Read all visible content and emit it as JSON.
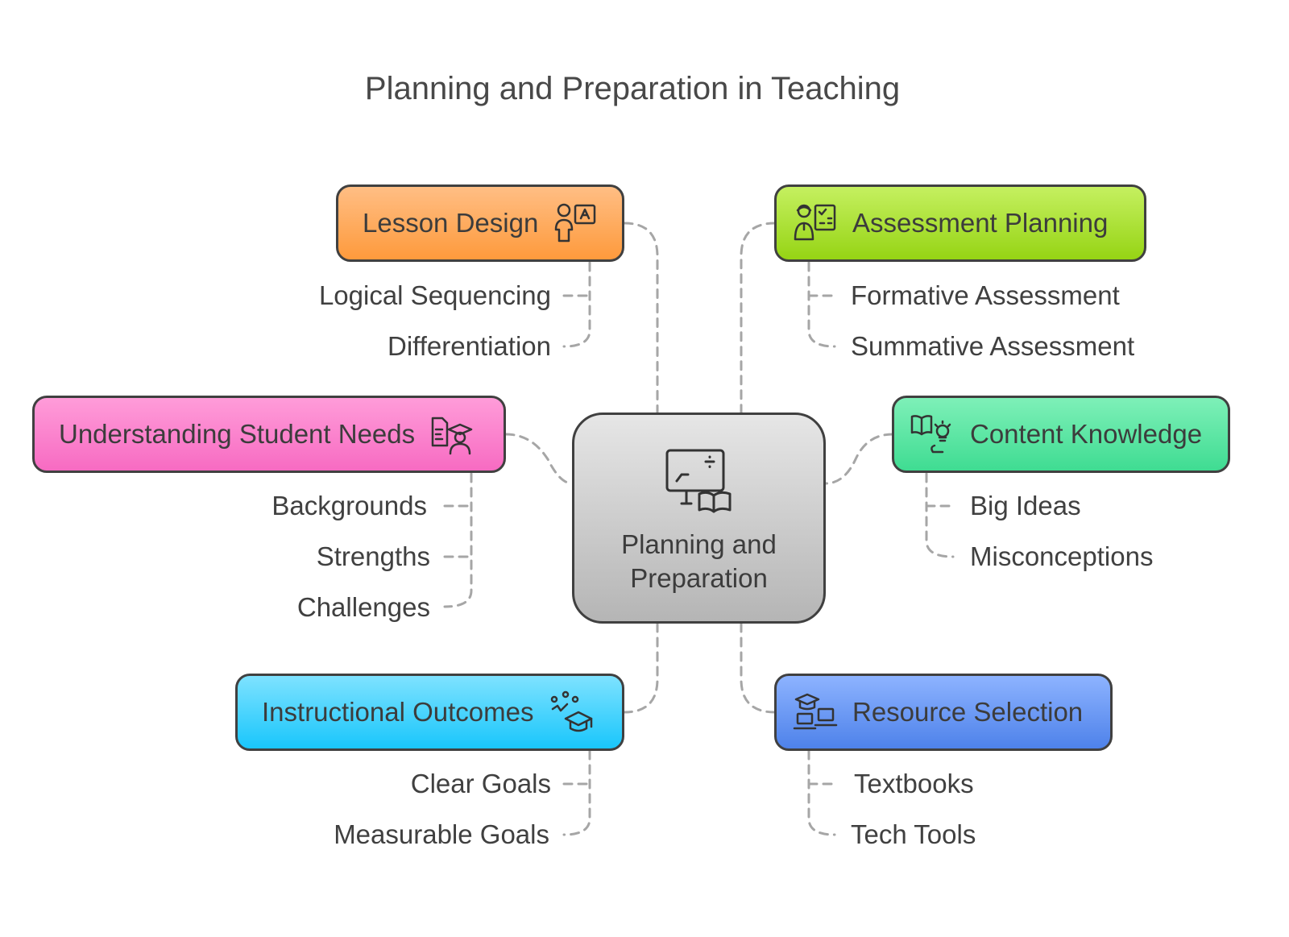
{
  "title": "Planning and Preparation in Teaching",
  "center": {
    "label": "Planning and Preparation",
    "icon": "presentation-book-icon"
  },
  "categories": [
    {
      "id": "lesson",
      "label": "Lesson Design",
      "icon": "teacher-board-icon",
      "color": "#ffa24a",
      "items": [
        "Logical Sequencing",
        "Differentiation"
      ]
    },
    {
      "id": "assessment",
      "label": "Assessment Planning",
      "icon": "teacher-checklist-icon",
      "color": "#a6e22e",
      "items": [
        "Formative Assessment",
        "Summative Assessment"
      ]
    },
    {
      "id": "student",
      "label": "Understanding Student Needs",
      "icon": "student-document-icon",
      "color": "#ff78c8",
      "items": [
        "Backgrounds",
        "Strengths",
        "Challenges"
      ]
    },
    {
      "id": "content",
      "label": "Content Knowledge",
      "icon": "book-lightbulb-icon",
      "color": "#4fe39f",
      "items": [
        "Big Ideas",
        "Misconceptions"
      ]
    },
    {
      "id": "outcomes",
      "label": "Instructional Outcomes",
      "icon": "graduation-cap-sparkle-icon",
      "color": "#2bcdfc",
      "items": [
        "Clear Goals",
        "Measurable Goals"
      ]
    },
    {
      "id": "resources",
      "label": "Resource Selection",
      "icon": "graduation-laptops-icon",
      "color": "#5c8eef",
      "items": [
        "Textbooks",
        "Tech Tools"
      ]
    }
  ]
}
